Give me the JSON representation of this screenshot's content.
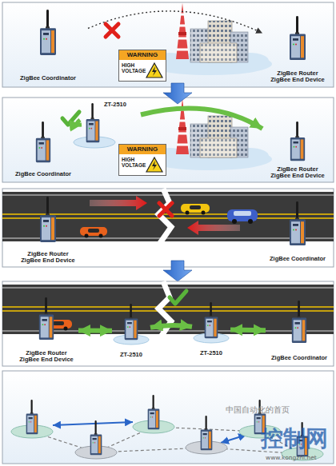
{
  "diagram": {
    "nodes": [
      {
        "text": [
          "ZigBee Coordinator"
        ]
      },
      {
        "text": [
          "WARNING",
          "HIGH VOLTAGE"
        ]
      },
      {
        "text": [
          "ZigBee Router ZigBee End Device"
        ]
      },
      {
        "text": [
          "ZT-2510"
        ]
      },
      {
        "text": [
          "ZigBee Coordinator"
        ]
      },
      {
        "text": [
          "WARNING",
          "HIGH VOLTAGE"
        ]
      },
      {
        "text": [
          "ZigBee Router ZigBee End Device"
        ]
      },
      {
        "text": [
          "ZigBee Router ZigBee End Device"
        ]
      },
      {
        "text": [
          "ZigBee Coordinator"
        ]
      },
      {
        "text": [
          "ZigBee Router ZigBee End Device"
        ]
      },
      {
        "text": [
          "ZT-2510"
        ]
      },
      {
        "text": [
          "ZT-2510"
        ]
      },
      {
        "text": [
          "ZigBee Coordinator"
        ]
      }
    ],
    "edges": [
      {
        "from": 0,
        "to": 2,
        "arrow": "to"
      },
      {
        "from": 4,
        "to": 3,
        "arrow": "to"
      },
      {
        "from": 3,
        "to": 6,
        "arrow": "to"
      },
      {
        "from": 9,
        "to": 10,
        "arrow": "both"
      },
      {
        "from": 10,
        "to": 11,
        "arrow": "both"
      },
      {
        "from": 11,
        "to": 12,
        "arrow": "both"
      }
    ],
    "labels": [
      "中国自动化的首页",
      "控制网",
      "www.kongzhi.net"
    ]
  }
}
